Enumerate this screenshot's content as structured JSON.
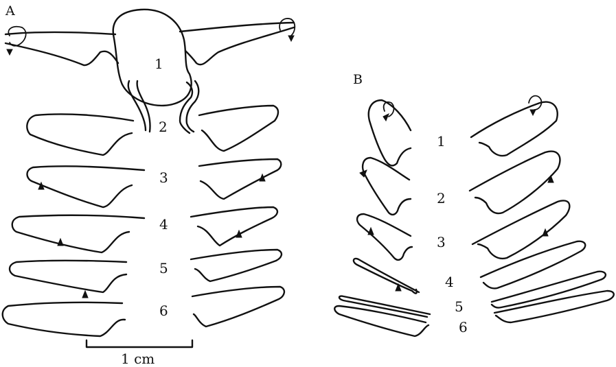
{
  "panels": {
    "a": {
      "label": "A",
      "segment_labels": [
        "1",
        "2",
        "3",
        "4",
        "5",
        "6"
      ]
    },
    "b": {
      "label": "B",
      "segment_labels": [
        "1",
        "2",
        "3",
        "4",
        "5",
        "6"
      ]
    }
  },
  "scale_bar": {
    "label": "1 cm"
  },
  "colors": {
    "ink": "#111111",
    "background": "#ffffff"
  }
}
